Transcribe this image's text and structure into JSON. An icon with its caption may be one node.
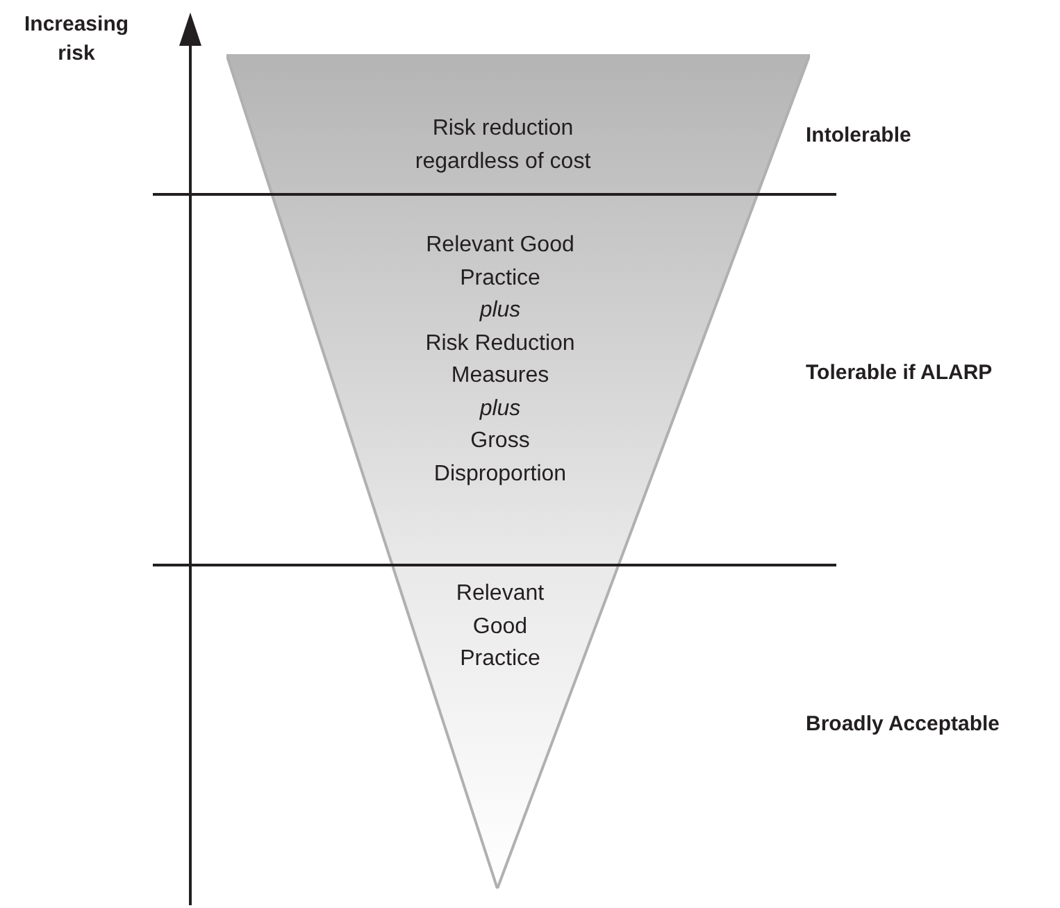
{
  "diagram": {
    "nodes": [
      {
        "text": [
          "Risk reduction regardless of cost"
        ]
      },
      {
        "text": [
          "Relevant Good Practice",
          "plus",
          "Risk Reduction Measures",
          "plus",
          "Gross Disproportion"
        ]
      },
      {
        "text": [
          "Relevant Good Practice"
        ]
      }
    ],
    "edges": [],
    "labels": [
      "Increasing risk",
      "Intolerable",
      "Tolerable if ALARP",
      "Broadly Acceptable"
    ]
  }
}
